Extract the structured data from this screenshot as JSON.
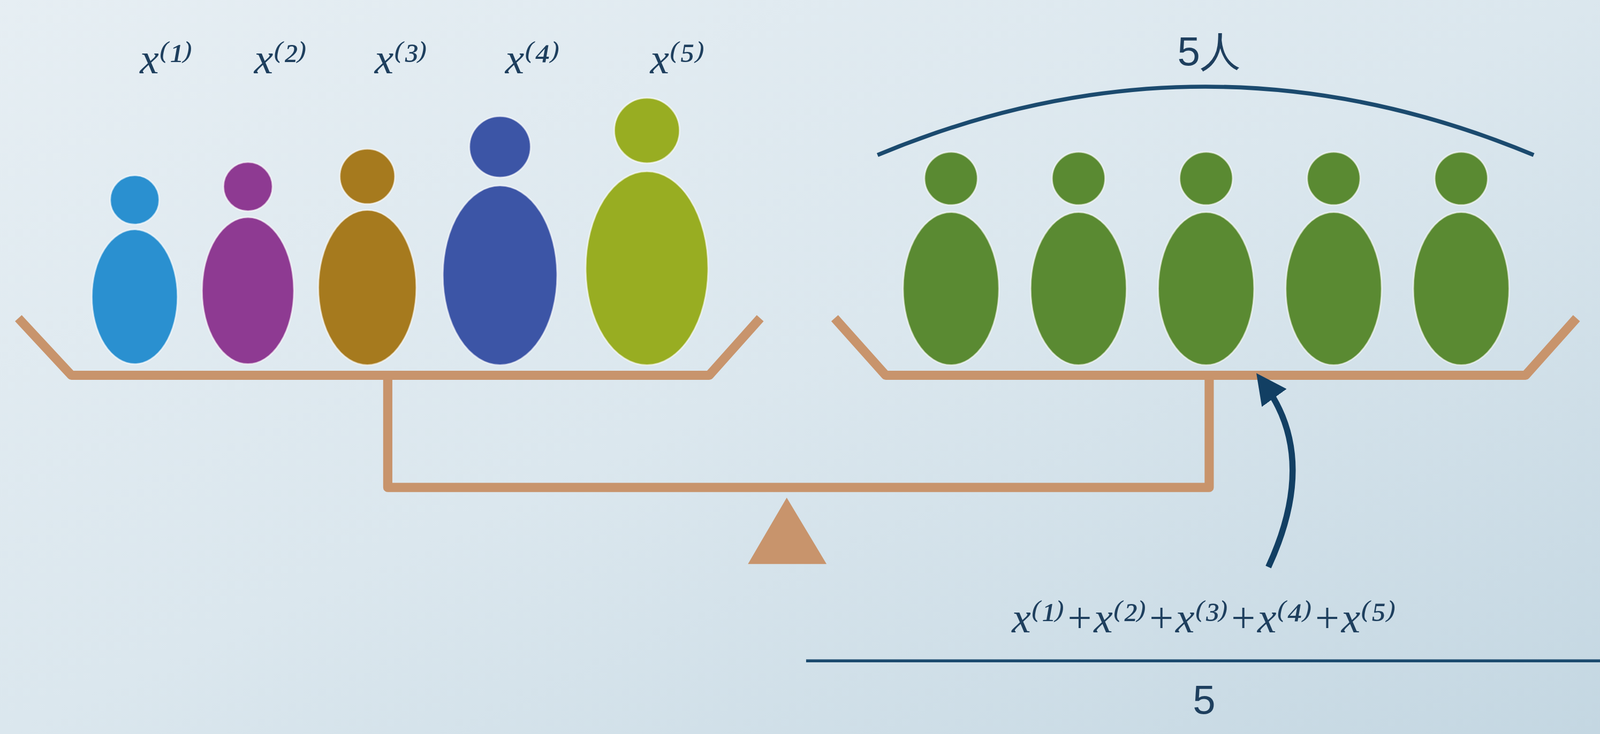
{
  "diagram": {
    "labels": [
      "x⁽¹⁾",
      "x⁽²⁾",
      "x⁽³⁾",
      "x⁽⁴⁾",
      "x⁽⁵⁾",
      "5人",
      "x⁽¹⁾+x⁽²⁾+x⁽³⁾+x⁽⁴⁾+x⁽⁵⁾",
      "5"
    ]
  }
}
